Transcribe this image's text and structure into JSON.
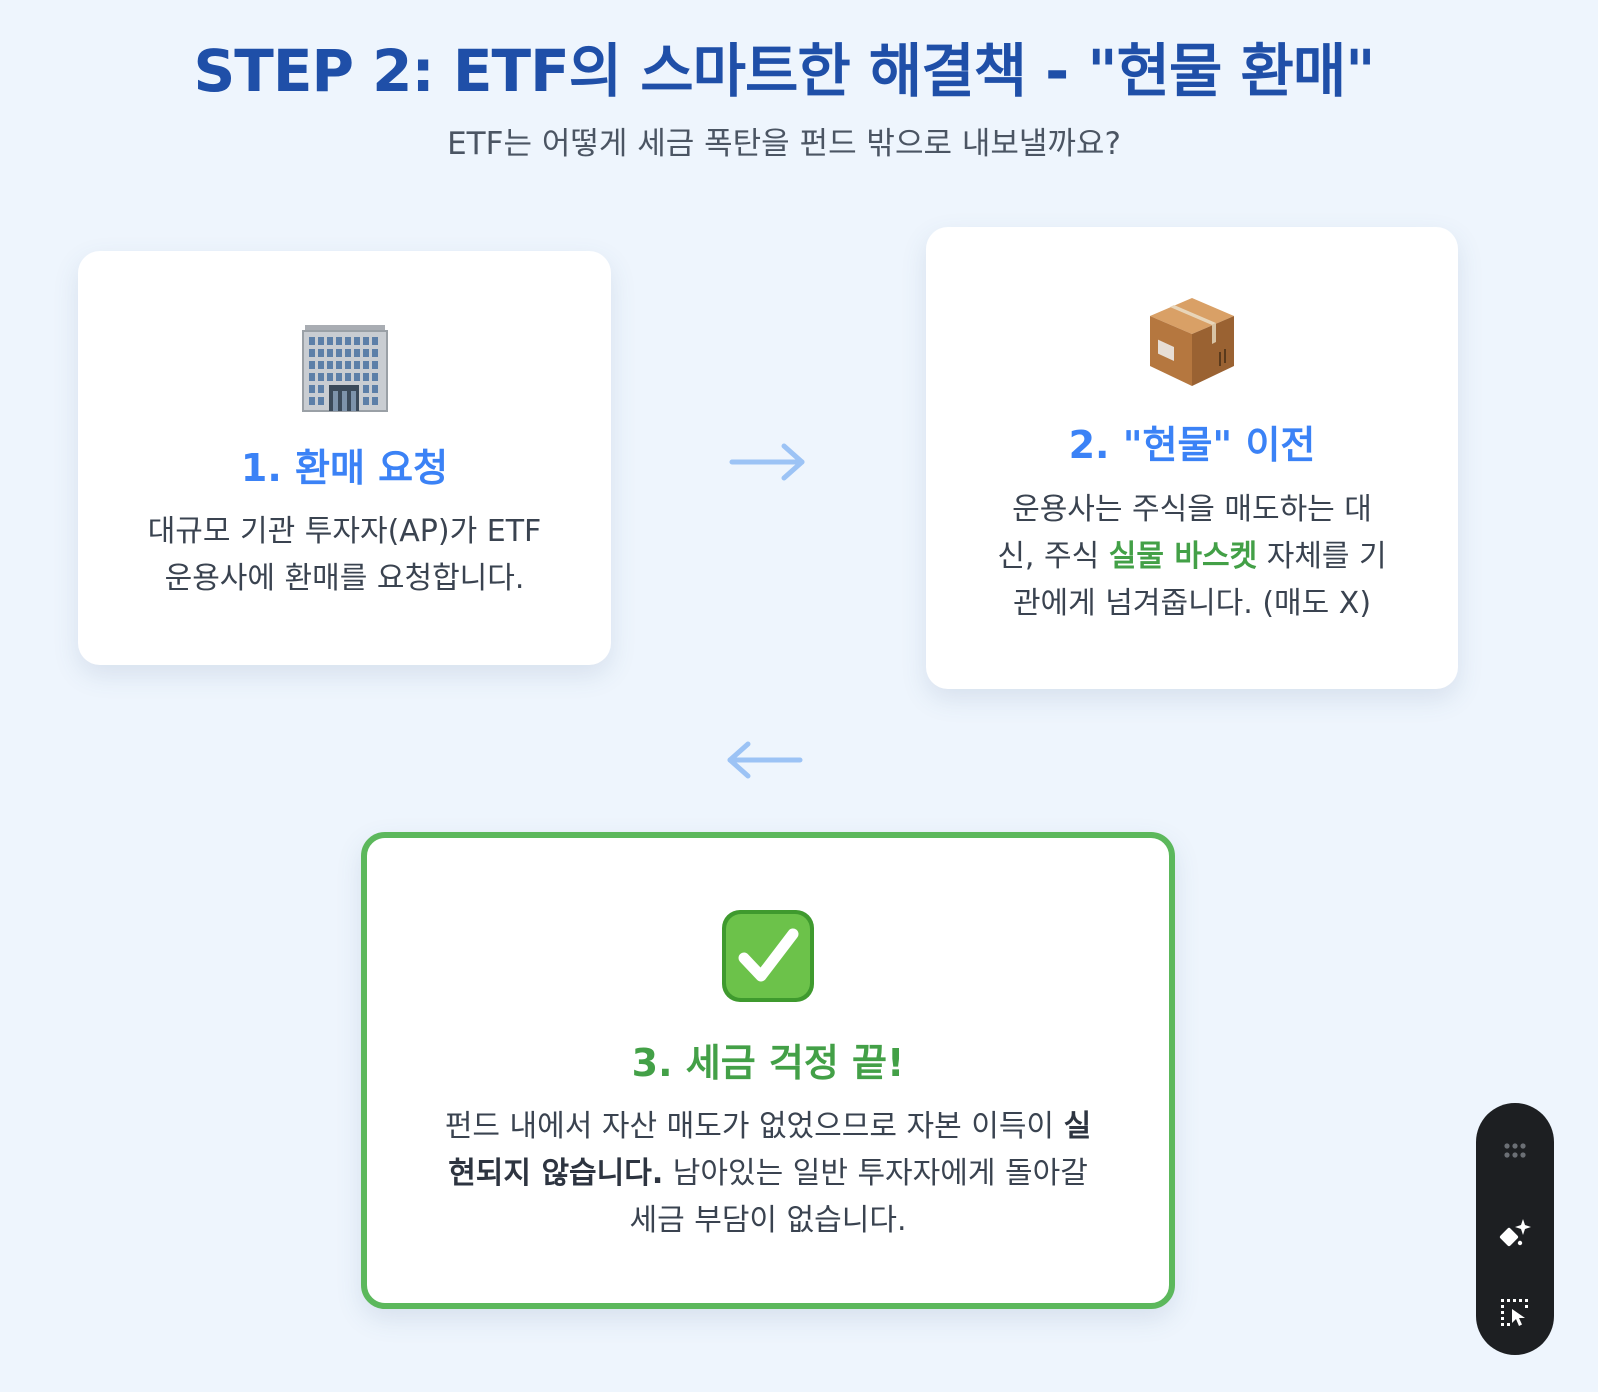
{
  "header": {
    "title": "STEP 2: ETF의 스마트한 해결책 - \"현물 환매\"",
    "subtitle": "ETF는 어떻게 세금 폭탄을 펀드 밖으로 내보낼까요?"
  },
  "card1": {
    "icon": "office-building-icon",
    "title": "1. 환매 요청",
    "desc_line1": "대규모 기관 투자자(AP)가 ETF",
    "desc_line2": "운용사에 환매를 요청합니다."
  },
  "card2": {
    "icon": "package-box-icon",
    "title": "2. \"현물\" 이전",
    "desc_line1": "운용사는 주식을 매도하는 대",
    "desc_line2_pre": "신, 주식 ",
    "desc_line2_highlight": "실물 바스켓",
    "desc_line2_post": " 자체를 기",
    "desc_line3": "관에게 넘겨줍니다. (매도 X)"
  },
  "card3": {
    "icon": "check-mark-button-icon",
    "title": "3. 세금 걱정 끝!",
    "desc_line1_pre": "펀드 내에서 자산 매도가 없었으므로 자본 이득이 ",
    "desc_line1_bold": "실",
    "desc_line2_bold": "현되지 않습니다.",
    "desc_line2_post": " 남아있는 일반 투자자에게 돌아갈",
    "desc_line3": "세금 부담이 없습니다."
  },
  "arrows": {
    "right": "arrow-right-icon",
    "left": "arrow-left-icon"
  },
  "toolbar": {
    "items": [
      "drag-handle-icon",
      "sparkle-edit-icon",
      "select-cursor-icon"
    ]
  },
  "colors": {
    "background": "#eef5fd",
    "title_blue": "#1f4fa8",
    "accent_blue": "#3b82f6",
    "accent_green": "#43a047",
    "card3_border": "#5cb85c",
    "arrow": "#9cc3f5"
  }
}
